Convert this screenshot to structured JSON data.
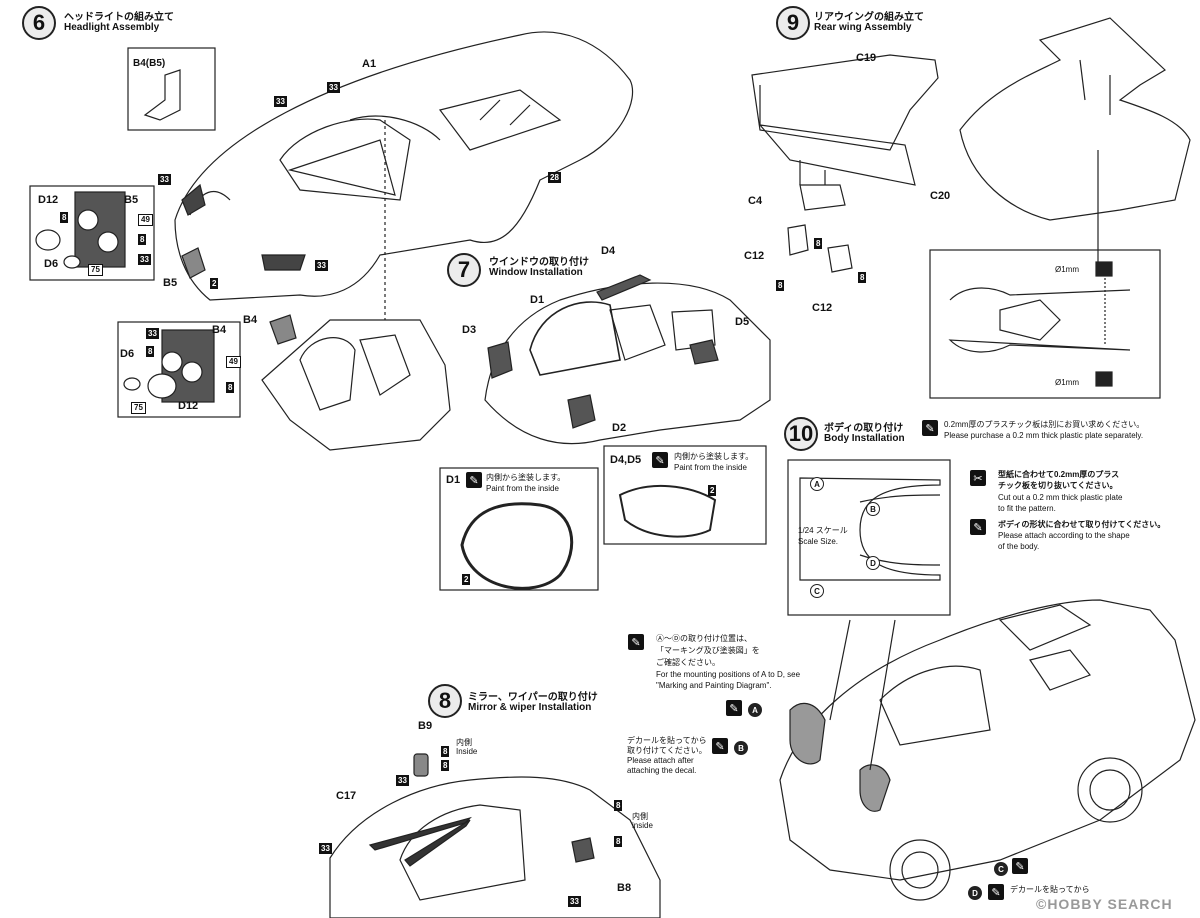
{
  "step6": {
    "num": "6",
    "jp": "ヘッドライトの組み立て",
    "en": "Headlight Assembly"
  },
  "step7": {
    "num": "7",
    "jp": "ウインドウの取り付け",
    "en": "Window Installation"
  },
  "step8": {
    "num": "8",
    "jp": "ミラー、ワイパーの取り付け",
    "en": "Mirror & wiper Installation"
  },
  "step9": {
    "num": "9",
    "jp": "リアウイングの組み立て",
    "en": "Rear wing Assembly"
  },
  "step10": {
    "num": "10",
    "jp": "ボディの取り付け",
    "en": "Body Installation"
  },
  "parts": {
    "a1": "A1",
    "b4b5": "B4(B5)",
    "d12": "D12",
    "b5": "B5",
    "d6": "D6",
    "b4": "B4",
    "d6b": "D6",
    "d12b": "D12",
    "b5b": "B5",
    "b4b": "B4",
    "c19": "C19",
    "c20": "C20",
    "c4": "C4",
    "c12a": "C12",
    "c12b": "C12",
    "d4": "D4",
    "d1": "D1",
    "d3": "D3",
    "d5": "D5",
    "d2": "D2",
    "d1box": "D1",
    "d4d5": "D4,D5",
    "b9": "B9",
    "c17": "C17",
    "b8": "B8"
  },
  "nums": {
    "n33": "33",
    "n28": "28",
    "n8": "8",
    "n49": "49",
    "n75": "75",
    "n2": "2"
  },
  "notes": {
    "d1_jp": "内側から塗装します。",
    "d1_en": "Paint from the inside",
    "d45_jp": "内側から塗装します。",
    "d45_en": "Paint from the inside",
    "plate_jp": "0.2mm厚のプラスチック板は別にお買い求めください。",
    "plate_en": "Please purchase a 0.2 mm thick plastic plate separately.",
    "cut_jp1": "型紙に合わせて0.2mm厚のプラス",
    "cut_jp2": "チック板を切り抜いてください。",
    "cut_en1": "Cut out a 0.2 mm thick plastic plate",
    "cut_en2": "to fit the pattern.",
    "attach_jp": "ボディの形状に合わせて取り付けてください。",
    "attach_en1": "Please attach according to the shape",
    "attach_en2": "of the body.",
    "scale_jp": "1/24 スケール",
    "scale_en": "Scale Size.",
    "mount_jp1": "Ⓐ～Ⓓの取り付け位置は、",
    "mount_jp2": "「マーキング及び塗装図」を",
    "mount_jp3": "ご確認ください。",
    "mount_en1": "For the mounting positions of A to D, see",
    "mount_en2": "\"Marking and Painting Diagram\".",
    "decal_jp1": "デカールを貼ってから",
    "decal_jp2": "取り付けてください。",
    "decal_en1": "Please attach after",
    "decal_en2": "attaching the decal.",
    "decal2_jp": "デカールを貼ってから",
    "inside_jp": "内側",
    "inside_en": "Inside",
    "inside2_jp": "内側",
    "inside2_en": "inside",
    "drill1": "Ø1mm",
    "drill2": "Ø1mm"
  },
  "letters": {
    "a": "A",
    "b": "B",
    "c": "C",
    "d": "D"
  },
  "watermark": "©HOBBY SEARCH"
}
